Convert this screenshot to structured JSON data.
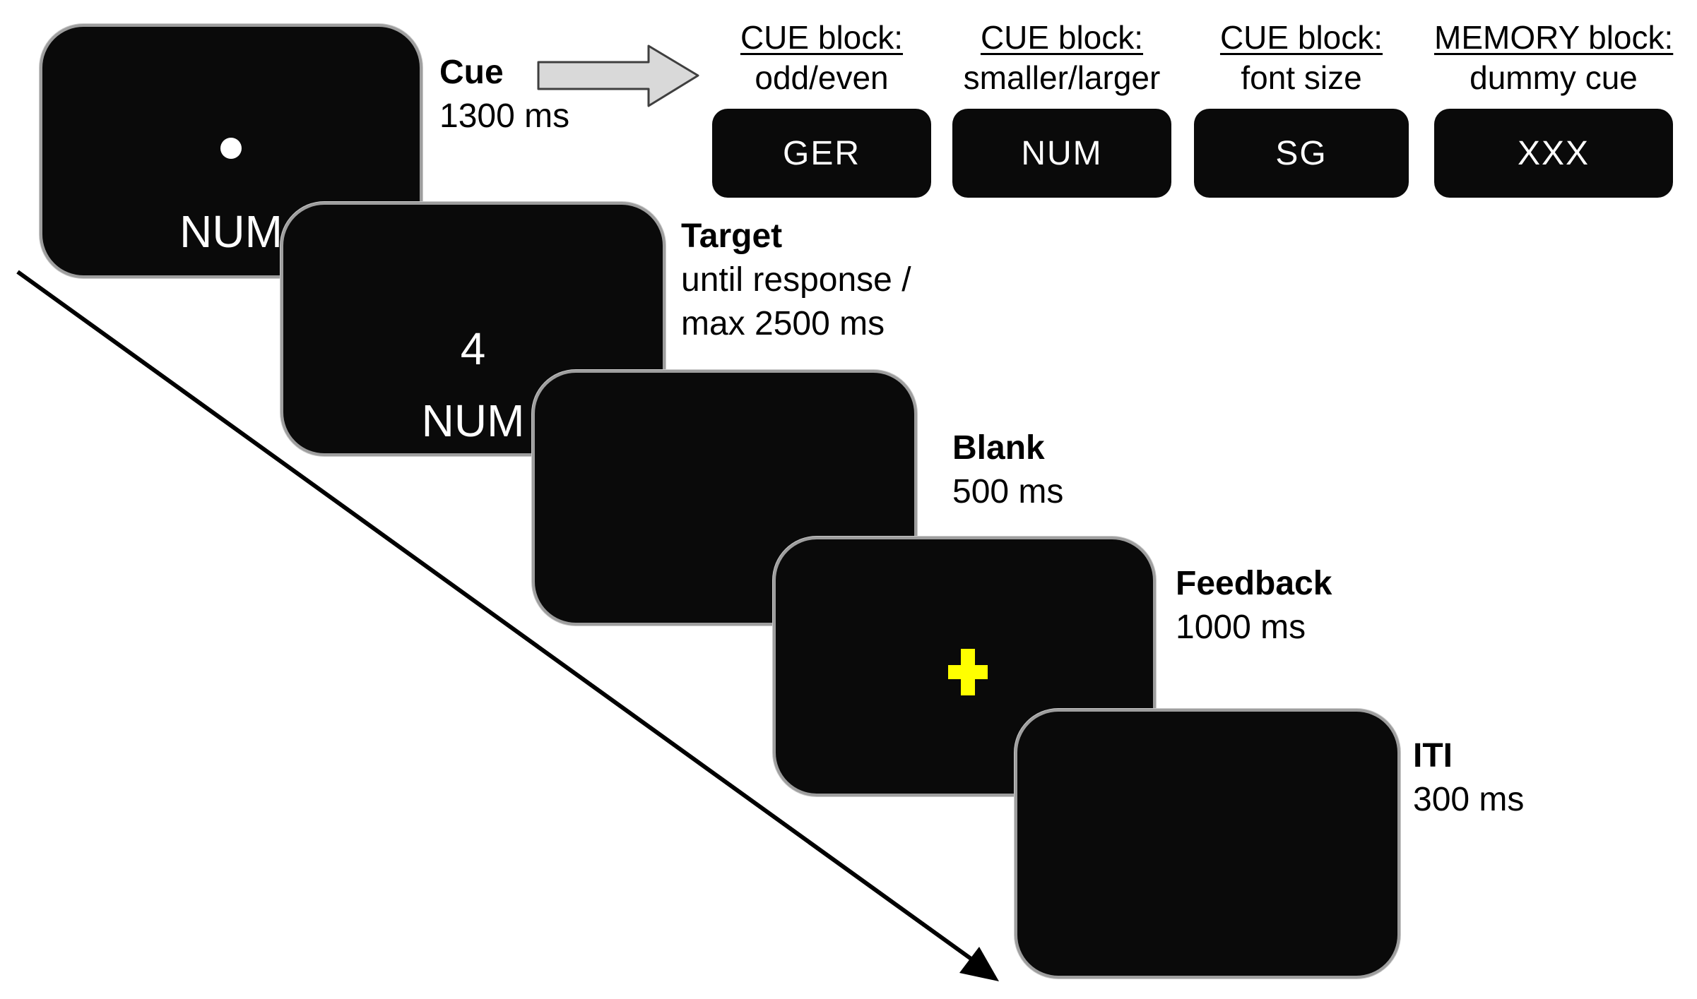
{
  "figure": {
    "type": "experimental-trial-sequence-diagram"
  },
  "stages": [
    {
      "name": "Cue",
      "duration": "1300 ms",
      "screen": {
        "fixation_dot": "white-dot",
        "cue_text": "NUM"
      }
    },
    {
      "name": "Target",
      "duration": "until response /\nmax 2500 ms",
      "screen": {
        "target_text": "4",
        "cue_text": "NUM"
      }
    },
    {
      "name": "Blank",
      "duration": "500 ms",
      "screen": {}
    },
    {
      "name": "Feedback",
      "duration": "1000 ms",
      "screen": {
        "feedback_symbol": "yellow-plus-cross"
      }
    },
    {
      "name": "ITI",
      "duration": "300 ms",
      "screen": {}
    }
  ],
  "cue_examples": [
    {
      "block": "CUE block:",
      "task": "odd/even",
      "cue": "GER"
    },
    {
      "block": "CUE block:",
      "task": "smaller/larger",
      "cue": "NUM"
    },
    {
      "block": "CUE block:",
      "task": "font size",
      "cue": "SG"
    },
    {
      "block": "MEMORY block:",
      "task": "dummy cue",
      "cue": "XXX"
    }
  ],
  "icons": {
    "flow_arrow": "right-arrow",
    "timeline_arrow": "diagonal-down-right-arrow"
  },
  "colors": {
    "background": "#ffffff",
    "screen_background": "#0a0a0a",
    "screen_border": "#9e9e9e",
    "screen_text": "#ffffff",
    "feedback_cross": "#ffff00",
    "flow_arrow_fill": "#d9d9d9",
    "flow_arrow_outline": "#3f3f3f",
    "label_text": "#000000"
  }
}
